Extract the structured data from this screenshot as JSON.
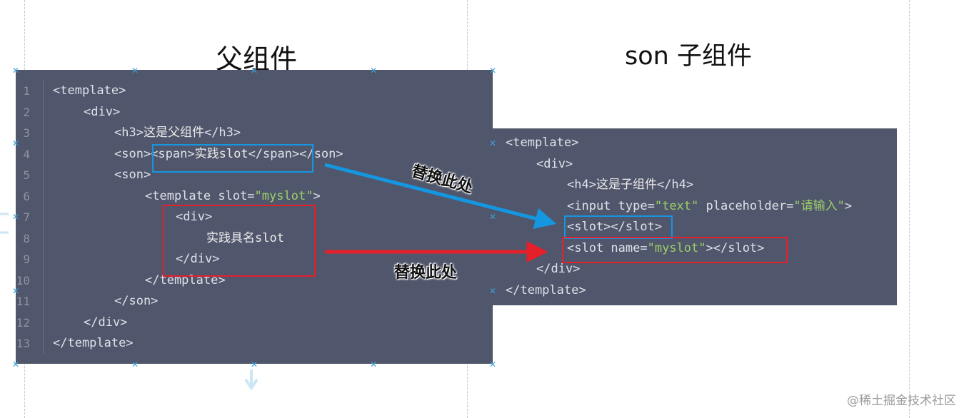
{
  "parent": {
    "title": "父组件",
    "lines": [
      {
        "n": "1",
        "parts": [
          [
            "tag",
            "<template>"
          ]
        ]
      },
      {
        "n": "2",
        "parts": [
          [
            "tag",
            "<div>"
          ]
        ]
      },
      {
        "n": "3",
        "parts": [
          [
            "tag",
            "<h3>"
          ],
          [
            "txt",
            "这是父组件"
          ],
          [
            "tag",
            "</h3>"
          ]
        ]
      },
      {
        "n": "4",
        "parts": [
          [
            "tag",
            "<son>"
          ],
          [
            "tag",
            "<span>"
          ],
          [
            "txt",
            "实践slot"
          ],
          [
            "tag",
            "</span>"
          ],
          [
            "tag",
            "</son>"
          ]
        ]
      },
      {
        "n": "5",
        "parts": [
          [
            "tag",
            "<son>"
          ]
        ]
      },
      {
        "n": "6",
        "parts": [
          [
            "tag",
            "<template "
          ],
          [
            "attr",
            "slot="
          ],
          [
            "str",
            "\"myslot\""
          ],
          [
            "tag",
            ">"
          ]
        ]
      },
      {
        "n": "7",
        "parts": [
          [
            "tag",
            "<div>"
          ]
        ]
      },
      {
        "n": "8",
        "parts": [
          [
            "txt",
            "实践具名slot"
          ]
        ]
      },
      {
        "n": "9",
        "parts": [
          [
            "tag",
            "</div>"
          ]
        ]
      },
      {
        "n": "10",
        "parts": [
          [
            "tag",
            "</template>"
          ]
        ]
      },
      {
        "n": "11",
        "parts": [
          [
            "tag",
            "</son>"
          ]
        ]
      },
      {
        "n": "12",
        "parts": [
          [
            "tag",
            "</div>"
          ]
        ]
      },
      {
        "n": "13",
        "parts": [
          [
            "tag",
            "</template>"
          ]
        ]
      }
    ]
  },
  "child": {
    "title": "son 子组件",
    "lines": [
      {
        "parts": [
          [
            "tag",
            "<template>"
          ]
        ]
      },
      {
        "parts": [
          [
            "tag",
            "<div>"
          ]
        ]
      },
      {
        "parts": [
          [
            "tag",
            "<h4>"
          ],
          [
            "txt",
            "这是子组件"
          ],
          [
            "tag",
            "</h4>"
          ]
        ]
      },
      {
        "parts": [
          [
            "tag",
            "<input "
          ],
          [
            "attr",
            "type="
          ],
          [
            "str",
            "\"text\""
          ],
          [
            "attr",
            " placeholder="
          ],
          [
            "str",
            "\"请输入\""
          ],
          [
            "tag",
            ">"
          ]
        ]
      },
      {
        "parts": [
          [
            "tag",
            "<slot>"
          ],
          [
            "tag",
            "</slot>"
          ]
        ]
      },
      {
        "parts": [
          [
            "tag",
            "<slot "
          ],
          [
            "attr",
            "name="
          ],
          [
            "str",
            "\"myslot\""
          ],
          [
            "tag",
            ">"
          ],
          [
            "tag",
            "</slot>"
          ]
        ]
      },
      {
        "parts": [
          [
            "tag",
            "</div>"
          ]
        ]
      },
      {
        "parts": [
          [
            "tag",
            "</template>"
          ]
        ]
      }
    ]
  },
  "annotations": {
    "replace_top": "替换此处",
    "replace_bottom": "替换此处"
  },
  "colors": {
    "panel_bg": "#50566b",
    "blue": "#1596e0",
    "red": "#e5202b",
    "string": "#9bd069"
  },
  "watermark": "@稀土掘金技术社区"
}
